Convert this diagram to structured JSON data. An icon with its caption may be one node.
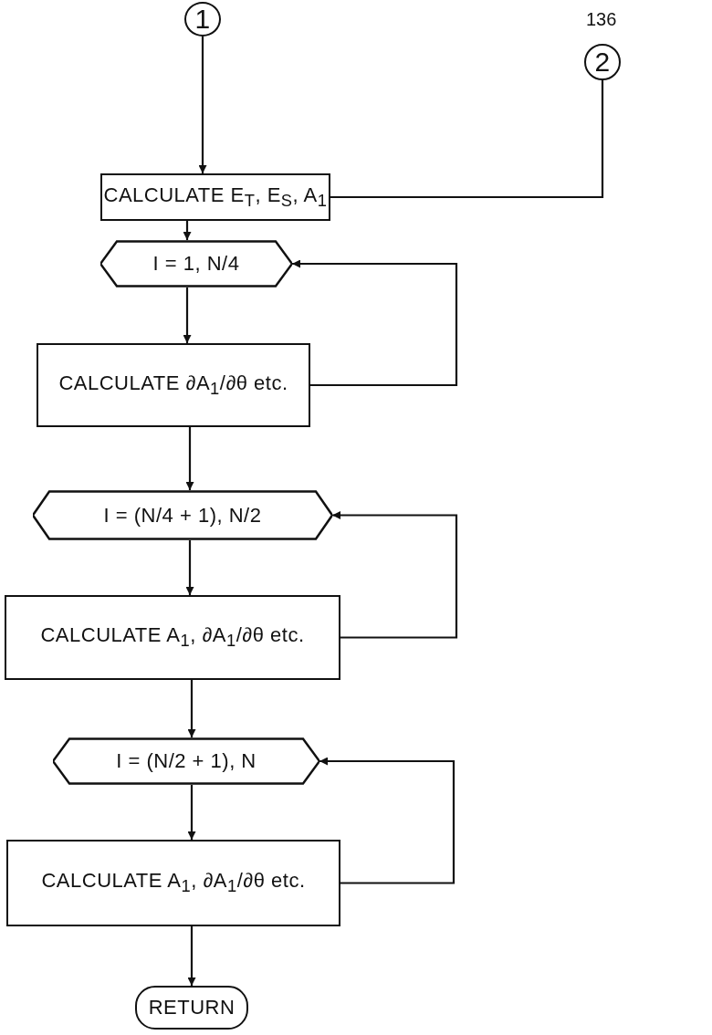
{
  "diagram": {
    "nodes": [
      {
        "text": [
          "1"
        ]
      },
      {
        "text": [
          "2"
        ]
      },
      {
        "text": [
          "CALCULATE E$_{T}$, E$_{S}$, A$_{1}$"
        ]
      },
      {
        "text": [
          "I = 1, N/4"
        ]
      },
      {
        "text": [
          "CALCULATE ∂A$_{1}$/∂θ etc."
        ]
      },
      {
        "text": [
          "I = (N/4 + 1), N/2"
        ]
      },
      {
        "text": [
          "CALCULATE A$_{1}$, ∂A$_{1}$/∂θ etc."
        ]
      },
      {
        "text": [
          "I = (N/2 + 1), N"
        ]
      },
      {
        "text": [
          "CALCULATE A$_{1}$, ∂A$_{1}$/∂θ etc."
        ]
      },
      {
        "text": [
          "RETURN"
        ]
      }
    ],
    "edges": [
      {
        "from": 0,
        "to": 2,
        "arrow": "to"
      },
      {
        "from": 1,
        "to": 2,
        "arrow": "none"
      },
      {
        "from": 2,
        "to": 3,
        "arrow": "to"
      },
      {
        "from": 3,
        "to": 4,
        "arrow": "to"
      },
      {
        "from": 4,
        "to": 3,
        "arrow": "to"
      },
      {
        "from": 4,
        "to": 5,
        "arrow": "to"
      },
      {
        "from": 5,
        "to": 6,
        "arrow": "to"
      },
      {
        "from": 6,
        "to": 5,
        "arrow": "to"
      },
      {
        "from": 6,
        "to": 7,
        "arrow": "to"
      },
      {
        "from": 7,
        "to": 8,
        "arrow": "to"
      },
      {
        "from": 8,
        "to": 7,
        "arrow": "to"
      },
      {
        "from": 8,
        "to": 9,
        "arrow": "to"
      }
    ],
    "labels": [
      "136"
    ]
  }
}
